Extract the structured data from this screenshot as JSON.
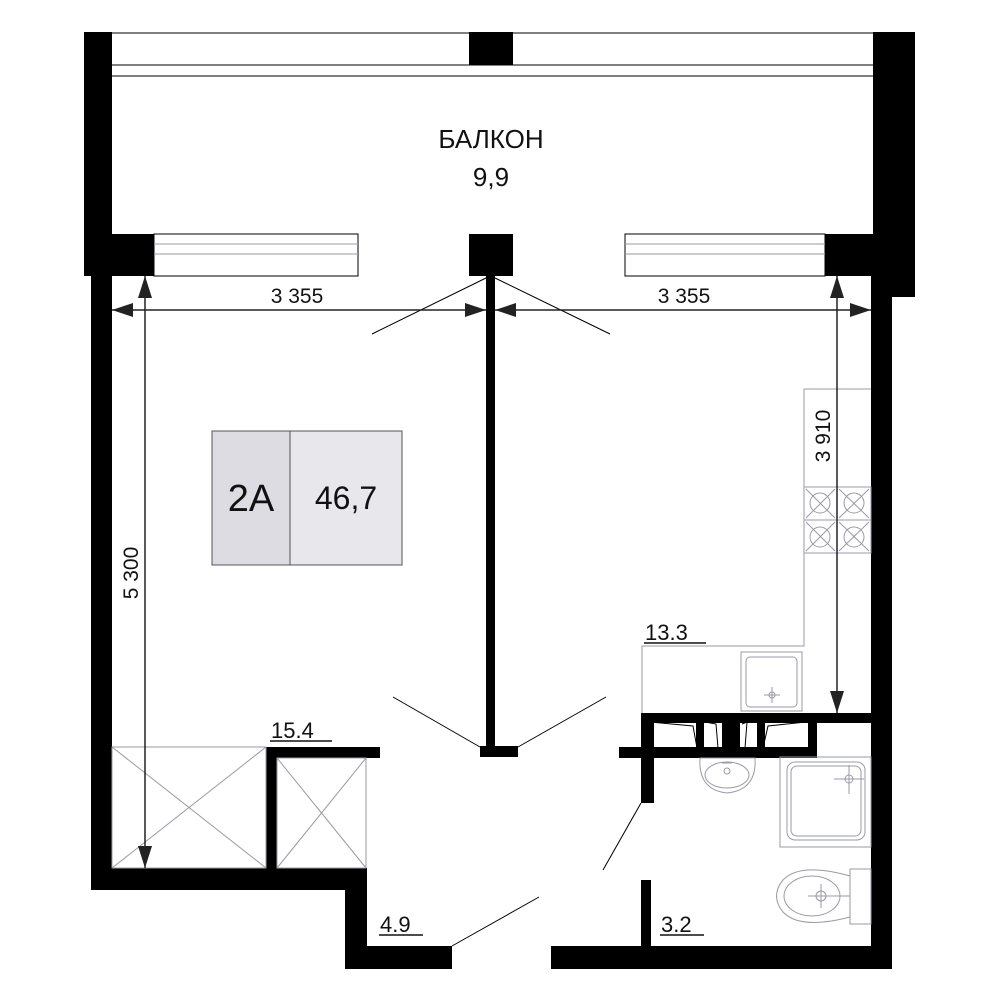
{
  "plan": {
    "balcony": {
      "name": "БАЛКОН",
      "area": "9,9"
    },
    "apartment_badge": {
      "type": "2А",
      "total_area": "46,7",
      "type_bg": "#dcdce2",
      "area_bg": "#e8e8ec"
    },
    "rooms": [
      {
        "id": "living-room",
        "area": "15.4"
      },
      {
        "id": "kitchen",
        "area": "13.3"
      },
      {
        "id": "hallway",
        "area": "4.9"
      },
      {
        "id": "bathroom",
        "area": "3.2"
      }
    ],
    "dimensions": {
      "left_width": "3 355",
      "right_width": "3 355",
      "left_height": "5 300",
      "right_height": "3 910"
    },
    "colors": {
      "wall": "#000000",
      "fixture": "#9a9aa8",
      "dimension": "#222222"
    }
  }
}
